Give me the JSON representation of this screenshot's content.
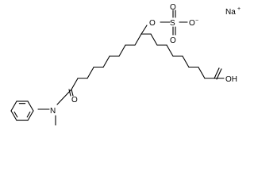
{
  "structure": {
    "atom_labels": {
      "sodium": "Na",
      "sodium_charge": "+",
      "sulfate_o1": "O",
      "sulfur": "S",
      "sulfate_o2": "O",
      "sulfate_o3": "O",
      "sulfate_o3_charge": "−",
      "sulfate_o4": "O",
      "amide_o": "O",
      "amide_n": "N",
      "acid_oh": "OH"
    }
  }
}
